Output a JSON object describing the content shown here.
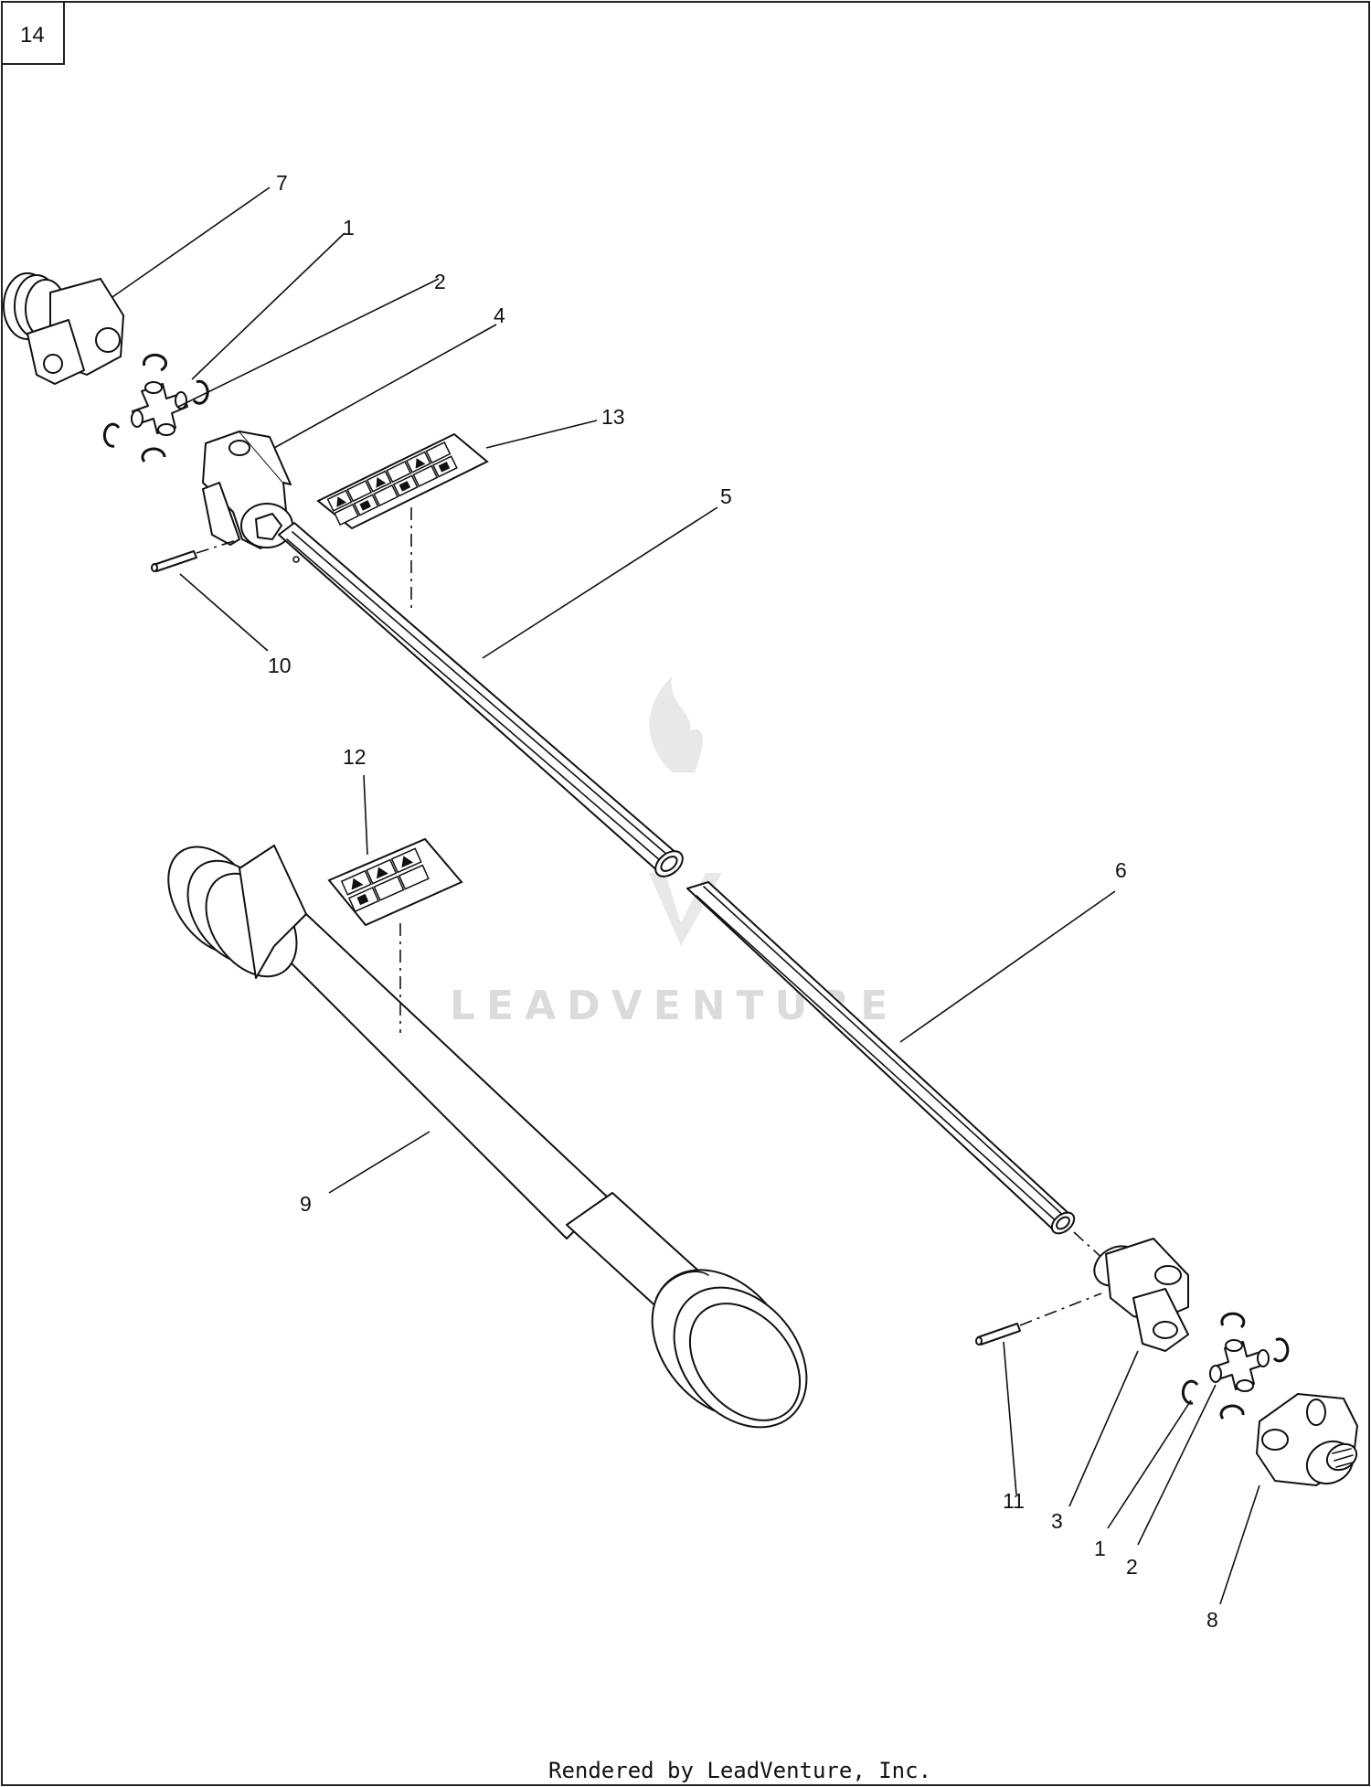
{
  "page_number": "14",
  "watermark": "LEADVENTURE",
  "footer": "Rendered by LeadVenture, Inc.",
  "callouts": {
    "c7": "7",
    "c1a": "1",
    "c2a": "2",
    "c4": "4",
    "c13": "13",
    "c5": "5",
    "c10": "10",
    "c12": "12",
    "c6": "6",
    "c9": "9",
    "c11": "11",
    "c3": "3",
    "c1b": "1",
    "c2b": "2",
    "c8": "8"
  }
}
